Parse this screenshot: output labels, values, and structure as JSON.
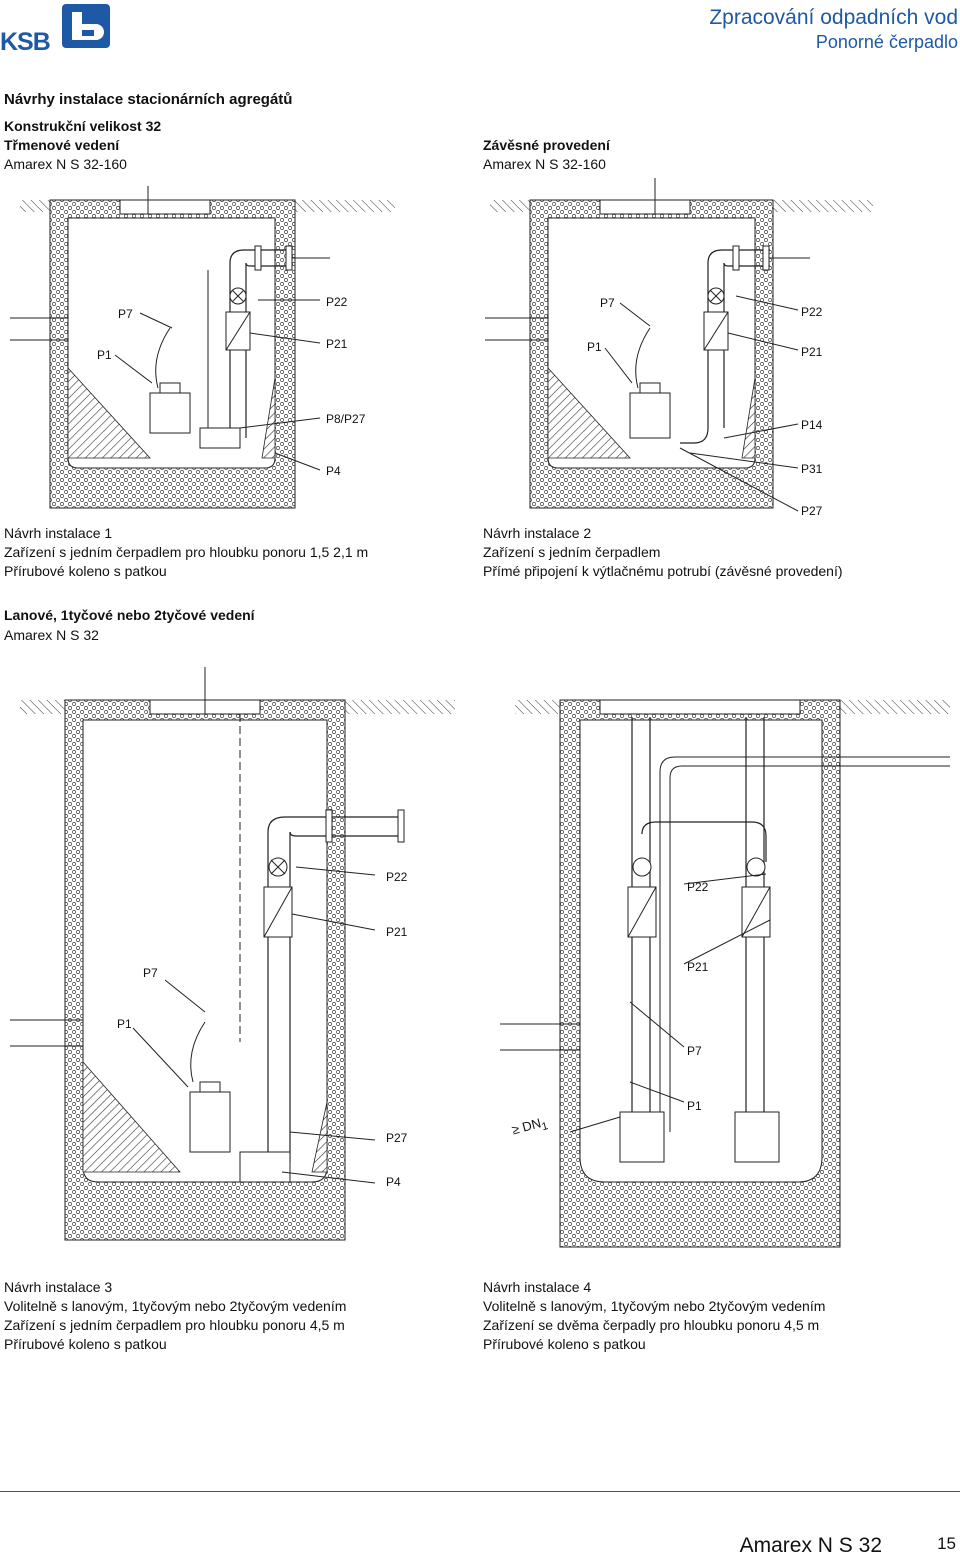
{
  "header": {
    "logo_text": "KSB",
    "title": "Zpracování odpadních vod",
    "subtitle": "Ponorné čerpadlo"
  },
  "section_title": "Návrhy instalace stacionárních agregátů",
  "block1": {
    "size_line": "Konstrukční velikost 32",
    "left": {
      "heading": "Třmenové vedení",
      "model": "Amarex N S 32-160"
    },
    "right": {
      "heading": "Závěsné provedení",
      "model": "Amarex N S 32-160"
    }
  },
  "drawing1": {
    "labels": {
      "p7": "P7",
      "p1": "P1",
      "p22": "P22",
      "p21": "P21",
      "p8p27": "P8/P27",
      "p4": "P4"
    },
    "caption": [
      "Návrh instalace 1",
      "Zařízení s jedním čerpadlem pro hloubku ponoru 1,5 2,1 m",
      "Přírubové koleno s patkou"
    ]
  },
  "drawing2": {
    "labels": {
      "p7": "P7",
      "p1": "P1",
      "p22": "P22",
      "p21": "P21",
      "p14": "P14",
      "p31": "P31",
      "p27": "P27"
    },
    "caption": [
      "Návrh instalace 2",
      "Zařízení s jedním čerpadlem",
      "Přímé připojení k výtlačnému potrubí (závěsné provedení)"
    ]
  },
  "block2": {
    "heading": "Lanové, 1tyčové nebo 2tyčové vedení",
    "model": "Amarex N S 32"
  },
  "drawing3": {
    "labels": {
      "p22": "P22",
      "p21": "P21",
      "p7": "P7",
      "p1": "P1",
      "p27": "P27",
      "p4": "P4"
    },
    "caption": [
      "Návrh instalace 3",
      "Volitelně s lanovým, 1tyčovým nebo 2tyčovým vedením",
      "Zařízení s jedním čerpadlem pro hloubku ponoru 4,5 m",
      "Přírubové koleno s patkou"
    ]
  },
  "drawing4": {
    "labels": {
      "p22": "P22",
      "p21": "P21",
      "p7": "P7",
      "p1": "P1",
      "dn": "≥ DN",
      "dn_sub": "1"
    },
    "caption": [
      "Návrh instalace 4",
      "Volitelně s lanovým, 1tyčovým nebo 2tyčovým vedením",
      "Zařízení se dvěma čerpadly pro hloubku ponoru 4,5 m",
      "Přírubové koleno s patkou"
    ]
  },
  "footer": {
    "model": "Amarex N S 32",
    "page": "15"
  },
  "colors": {
    "brand_blue": "#1e59a6",
    "concrete": "#c8c8c8",
    "line": "#222222"
  }
}
